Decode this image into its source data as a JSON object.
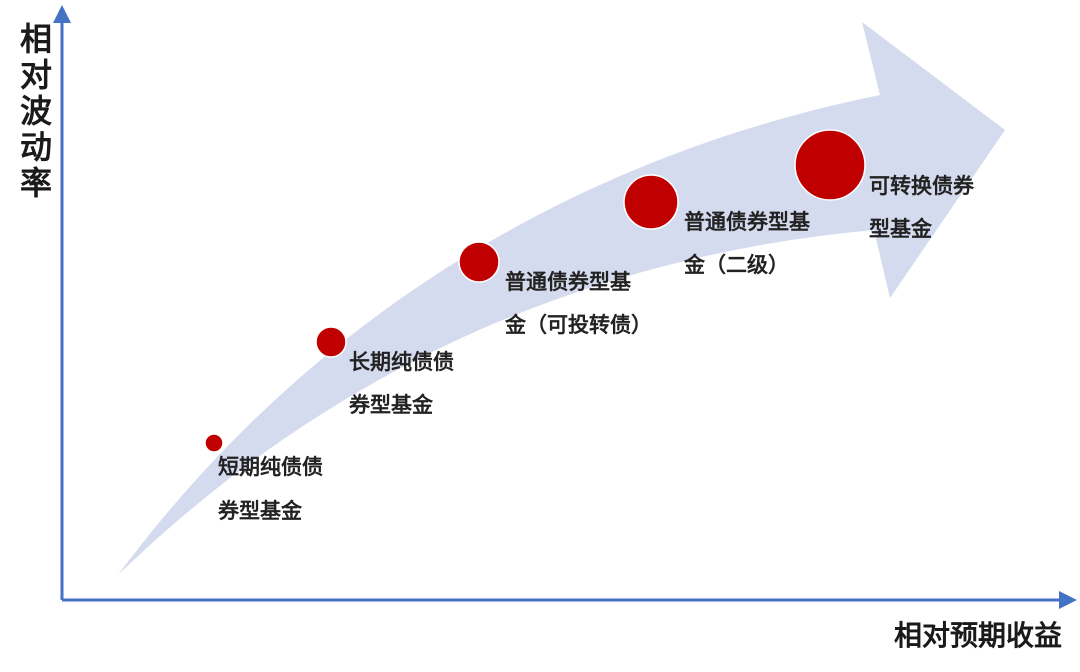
{
  "axes": {
    "y_label": "相对波动率",
    "x_label": "相对预期收益"
  },
  "colors": {
    "axis": "#4472C4",
    "arrow": "#D5DBEE",
    "bubble": "#C00000"
  },
  "items": [
    {
      "line1": "短期纯债债",
      "line2": "券型基金"
    },
    {
      "line1": "长期纯债债",
      "line2": "券型基金"
    },
    {
      "line1": "普通债券型基",
      "line2": "金（可投转债）"
    },
    {
      "line1": "普通债券型基",
      "line2": "金（二级）"
    },
    {
      "line1": "可转换债券",
      "line2": "型基金"
    }
  ]
}
